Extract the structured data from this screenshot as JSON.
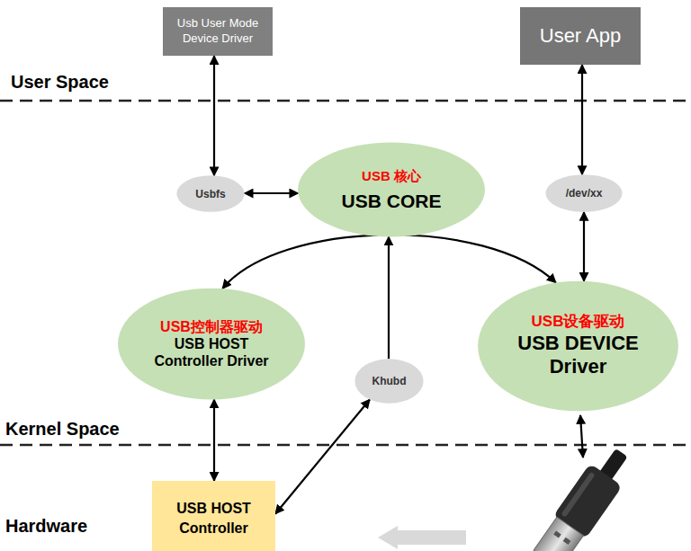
{
  "diagram": {
    "nodes": [
      {
        "text": [
          "Usb User Mode Device Driver"
        ]
      },
      {
        "text": [
          "User App"
        ]
      },
      {
        "text": [
          "USB 核心",
          "USB CORE"
        ]
      },
      {
        "text": [
          "Usbfs"
        ]
      },
      {
        "text": [
          "/dev/xx"
        ]
      },
      {
        "text": [
          "USB控制器驱动",
          "USB HOST Controller Driver"
        ]
      },
      {
        "text": [
          "USB设备驱动",
          "USB DEVICE Driver"
        ]
      },
      {
        "text": [
          "Khubd"
        ]
      },
      {
        "text": [
          "USB HOST Controller"
        ]
      }
    ],
    "edges": [
      {
        "from": 0,
        "to": 3,
        "arrow": "both"
      },
      {
        "from": 3,
        "to": 2,
        "arrow": "both"
      },
      {
        "from": 1,
        "to": 4,
        "arrow": "both"
      },
      {
        "from": 5,
        "to": 6,
        "arrow": "both"
      },
      {
        "from": 4,
        "to": 6,
        "arrow": "both"
      },
      {
        "from": 7,
        "to": 2,
        "arrow": "to"
      },
      {
        "from": 5,
        "to": 8,
        "arrow": "both"
      },
      {
        "from": 7,
        "to": 8,
        "arrow": "both"
      }
    ],
    "labels": [
      "User Space",
      "Kernel Space",
      "Hardware"
    ]
  }
}
